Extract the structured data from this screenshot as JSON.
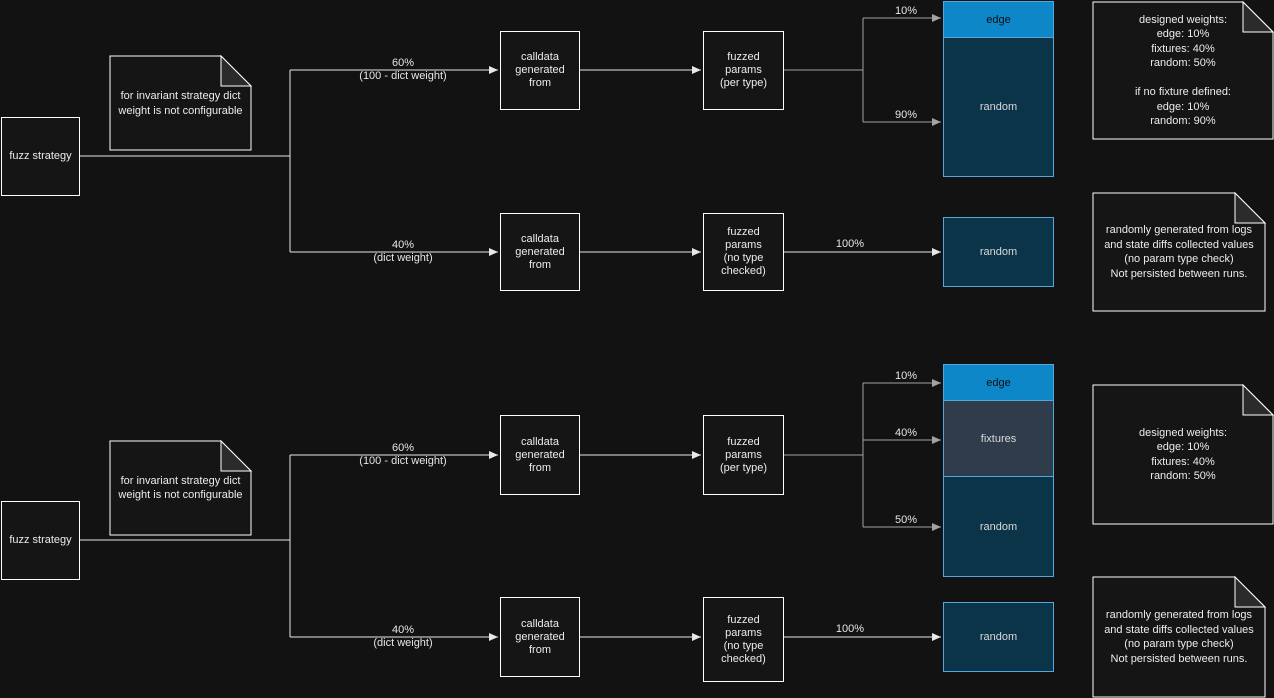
{
  "colors": {
    "background": "#121212",
    "node_border": "#ffffff",
    "edge_fill": "#0e87c8",
    "fixtures_fill": "#2f3c4b",
    "random_fill": "#0c3449",
    "stack_border": "#55a7d9",
    "arrow_main": "#e8e8e8",
    "arrow_split": "#a3a3a3"
  },
  "sections": [
    {
      "strategy": "fuzz strategy",
      "left_note": "for invariant strategy dict\nweight is not configurable",
      "branch_top_pct": "60%",
      "branch_top_detail": "(100 - dict weight)",
      "branch_bottom_pct": "40%",
      "branch_bottom_detail": "(dict weight)",
      "calldata_top": "calldata\ngenerated\nfrom",
      "fuzzed_top": "fuzzed\nparams\n(per type)",
      "calldata_bottom": "calldata\ngenerated\nfrom",
      "fuzzed_bottom": "fuzzed\nparams\n(no type\nchecked)",
      "split_pcts": [
        "10%",
        "90%"
      ],
      "stack_labels": [
        "edge",
        "random"
      ],
      "bottom_arrow_pct": "100%",
      "random_node": "random",
      "weights_note": "designed weights:\nedge: 10%\nfixtures: 40%\nrandom: 50%\n\nif no fixture defined:\nedge: 10%\nrandom: 90%",
      "random_note": "randomly generated from logs\nand state diffs collected values\n(no param type check)\nNot persisted between runs."
    },
    {
      "strategy": "fuzz strategy",
      "left_note": "for invariant strategy dict\nweight is not configurable",
      "branch_top_pct": "60%",
      "branch_top_detail": "(100 - dict weight)",
      "branch_bottom_pct": "40%",
      "branch_bottom_detail": "(dict weight)",
      "calldata_top": "calldata\ngenerated\nfrom",
      "fuzzed_top": "fuzzed\nparams\n(per type)",
      "calldata_bottom": "calldata\ngenerated\nfrom",
      "fuzzed_bottom": "fuzzed\nparams\n(no type\nchecked)",
      "split_pcts": [
        "10%",
        "40%",
        "50%"
      ],
      "stack_labels": [
        "edge",
        "fixtures",
        "random"
      ],
      "bottom_arrow_pct": "100%",
      "random_node": "random",
      "weights_note": "designed weights:\nedge: 10%\nfixtures: 40%\nrandom: 50%",
      "random_note": "randomly generated from logs\nand state diffs collected values\n(no param type check)\nNot persisted between runs."
    }
  ]
}
